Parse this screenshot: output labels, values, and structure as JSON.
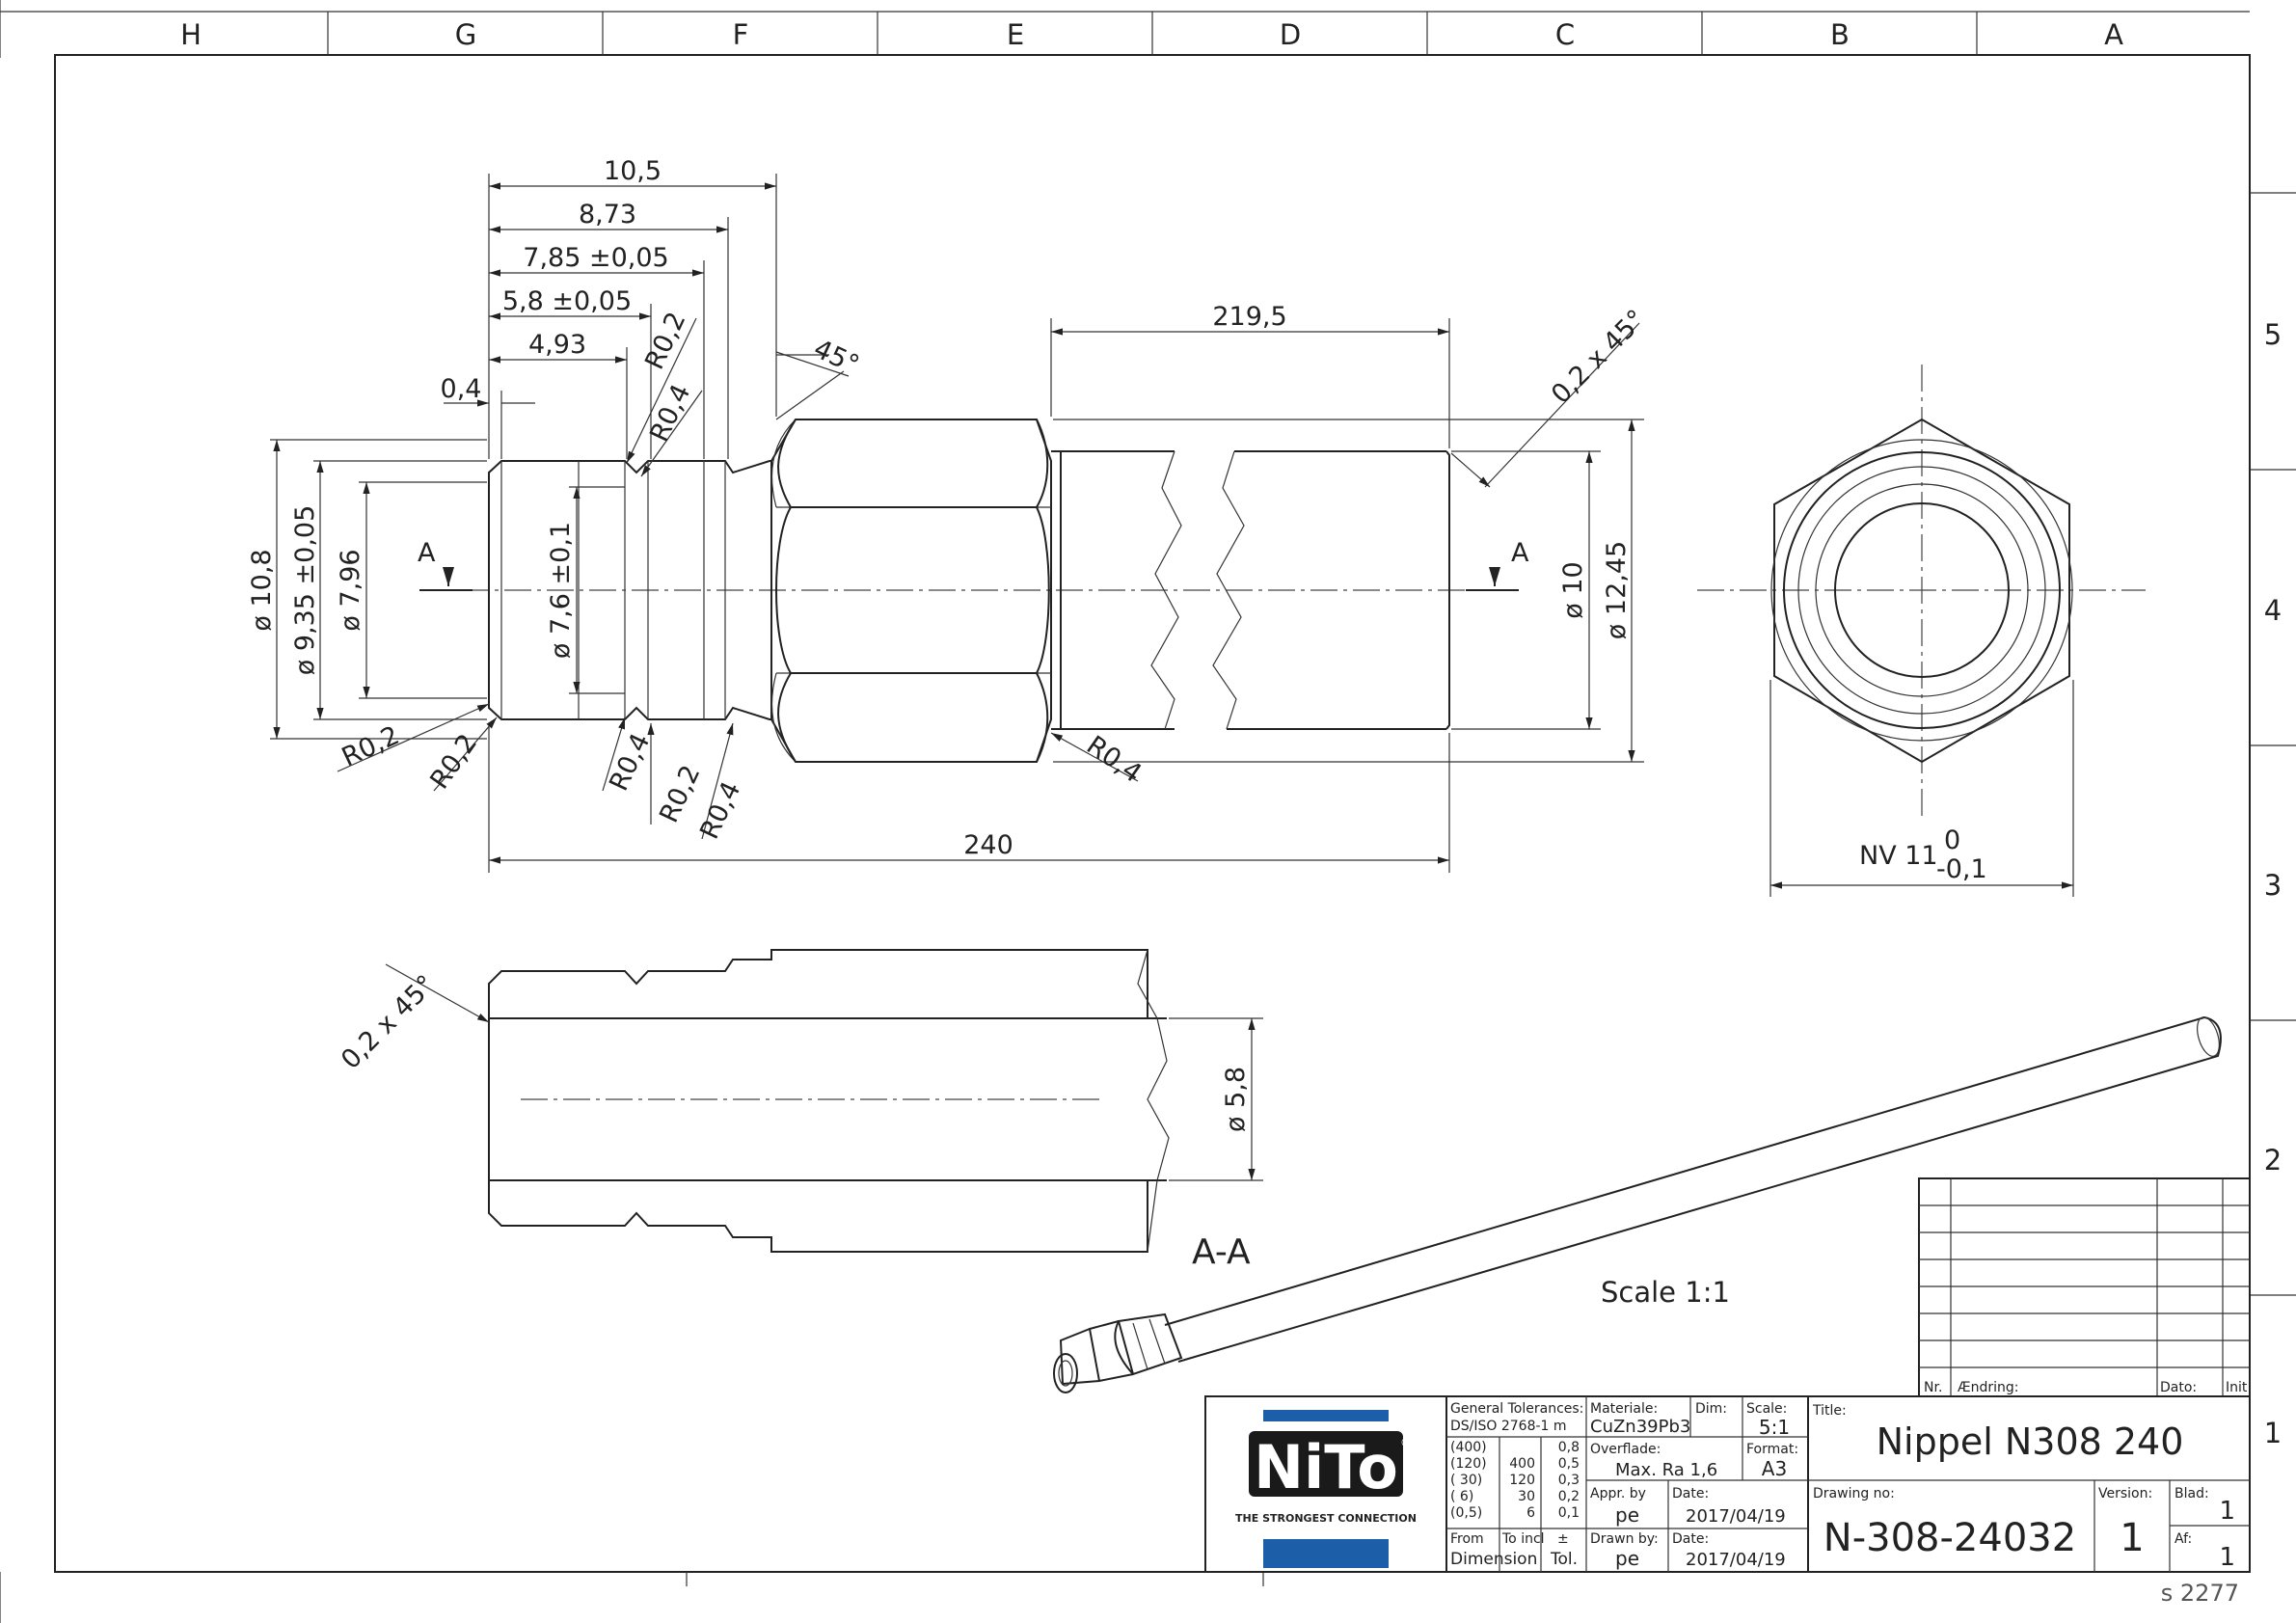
{
  "zones_top": [
    "H",
    "G",
    "F",
    "E",
    "D",
    "C",
    "B",
    "A"
  ],
  "zones_right": [
    "5",
    "4",
    "3",
    "2",
    "1"
  ],
  "dimensions": {
    "len_10_5": "10,5",
    "len_8_73": "8,73",
    "len_7_85": "7,85 ±0,05",
    "len_5_8": "5,8 ±0,05",
    "len_4_93": "4,93",
    "len_0_4": "0,4",
    "len_219_5": "219,5",
    "len_240": "240",
    "angle_45": "45°",
    "chamfer_right": "0,2 x 45°",
    "chamfer_section": "0,2 x 45°",
    "dia_10_8": "ø 10,8",
    "dia_9_35": "ø 9,35 ±0,05",
    "dia_7_96": "ø 7,96",
    "dia_7_6": "ø 7,6 ±0,1",
    "dia_10": "ø 10",
    "dia_12_45": "ø 12,45",
    "dia_5_8": "ø 5,8",
    "r_top_1": "R0,2",
    "r_top_2": "R0,4",
    "r_bot_1": "R0,2",
    "r_bot_2": "R0,2",
    "r_bot_3": "R0,4",
    "r_bot_4": "R0,2",
    "r_bot_5": "R0,4",
    "r_hex": "R0,4",
    "section_mark_left": "A",
    "section_mark_right": "A",
    "nv": "NV 11",
    "nv_tol_upper": "0",
    "nv_tol_lower": "-0,1"
  },
  "labels": {
    "section_title": "A-A",
    "scale_note": "Scale 1:1"
  },
  "revision_block": {
    "nr": "Nr.",
    "change": "Ændring:",
    "date": "Dato:",
    "init": "Init"
  },
  "title_block": {
    "logo_text": "NiTo",
    "logo_reg": "®",
    "slogan": "THE STRONGEST CONNECTION",
    "general_tolerances_label": "General Tolerances:",
    "general_tolerances_std": "DS/ISO 2768-1 m",
    "tolerance_rows": [
      {
        "from": "(400)",
        "to": "",
        "tol": "0,8"
      },
      {
        "from": "(120)",
        "to": "400",
        "tol": "0,5"
      },
      {
        "from": "( 30)",
        "to": "120",
        "tol": "0,3"
      },
      {
        "from": "( 6)",
        "to": "30",
        "tol": "0,2"
      },
      {
        "from": "(0,5)",
        "to": "6",
        "tol": "0,1"
      }
    ],
    "from_label": "From",
    "to_incl_label": "To incl",
    "pm_label": "±",
    "dimension_label": "Dimension",
    "tol_label": "Tol.",
    "material_label": "Materiale:",
    "material": "CuZn39Pb3",
    "dim_label": "Dim:",
    "scale_label": "Scale:",
    "scale": "5:1",
    "surface_label": "Overflade:",
    "surface": "Max. Ra 1,6",
    "format_label": "Format:",
    "format": "A3",
    "approved_label": "Appr. by",
    "approved": "pe",
    "approved_date_label": "Date:",
    "approved_date": "2017/04/19",
    "drawn_label": "Drawn by:",
    "drawn": "pe",
    "drawn_date_label": "Date:",
    "drawn_date": "2017/04/19",
    "title_label": "Title:",
    "title": "Nippel N308 240",
    "drawing_no_label": "Drawing no:",
    "drawing_no": "N-308-24032",
    "version_label": "Version:",
    "version": "1",
    "sheet_label": "Blad:",
    "sheet": "1",
    "of_label": "Af:",
    "of": "1"
  },
  "footer_code": "s 2277",
  "colors": {
    "ink": "#222222",
    "logo_blue": "#1d5ea8",
    "logo_dark": "#1a1a1a"
  }
}
